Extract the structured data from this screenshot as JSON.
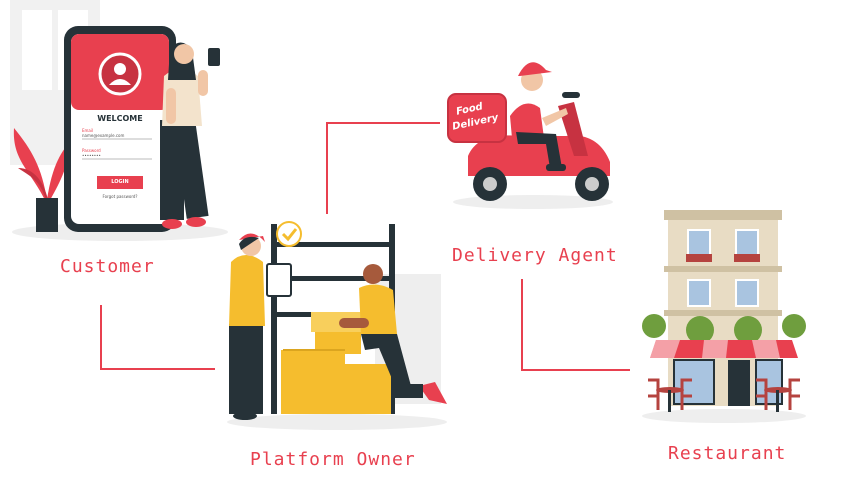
{
  "roles": {
    "customer": "Customer",
    "delivery_agent": "Delivery Agent",
    "platform_owner": "Platform Owner",
    "restaurant": "Restaurant"
  },
  "phone_screen": {
    "welcome": "WELCOME",
    "email_label": "Email",
    "email_value": "name@example.com",
    "password_label": "Password",
    "password_value": "••••••••",
    "login_button": "LOGIN",
    "forgot_link": "Forgot password?"
  },
  "scooter_box": {
    "line1": "Food",
    "line2": "Delivery"
  },
  "colors": {
    "accent": "#e8404f",
    "dark": "#263238",
    "box": "#f5bd2e",
    "building": "#e8dcc4"
  }
}
